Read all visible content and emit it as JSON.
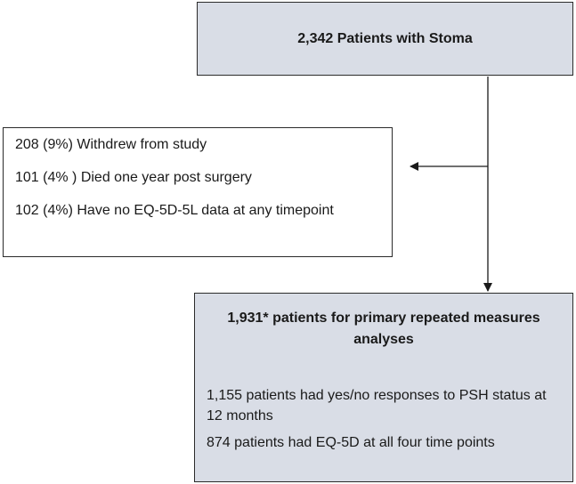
{
  "enrolled": {
    "label": "2,342 Patients with Stoma"
  },
  "excluded": {
    "items": [
      "208 (9%) Withdrew from study",
      "101 (4% ) Died one year post surgery",
      "102 (4%) Have no EQ-5D-5L data at any timepoint"
    ]
  },
  "analysed": {
    "title": "1,931* patients for primary repeated measures analyses",
    "details": [
      "1,155 patients had yes/no responses to PSH status at 12 months",
      "874 patients had EQ-5D at all four time points"
    ]
  },
  "colors": {
    "box_fill": "#d9dde6",
    "border": "#2b2b2b"
  }
}
